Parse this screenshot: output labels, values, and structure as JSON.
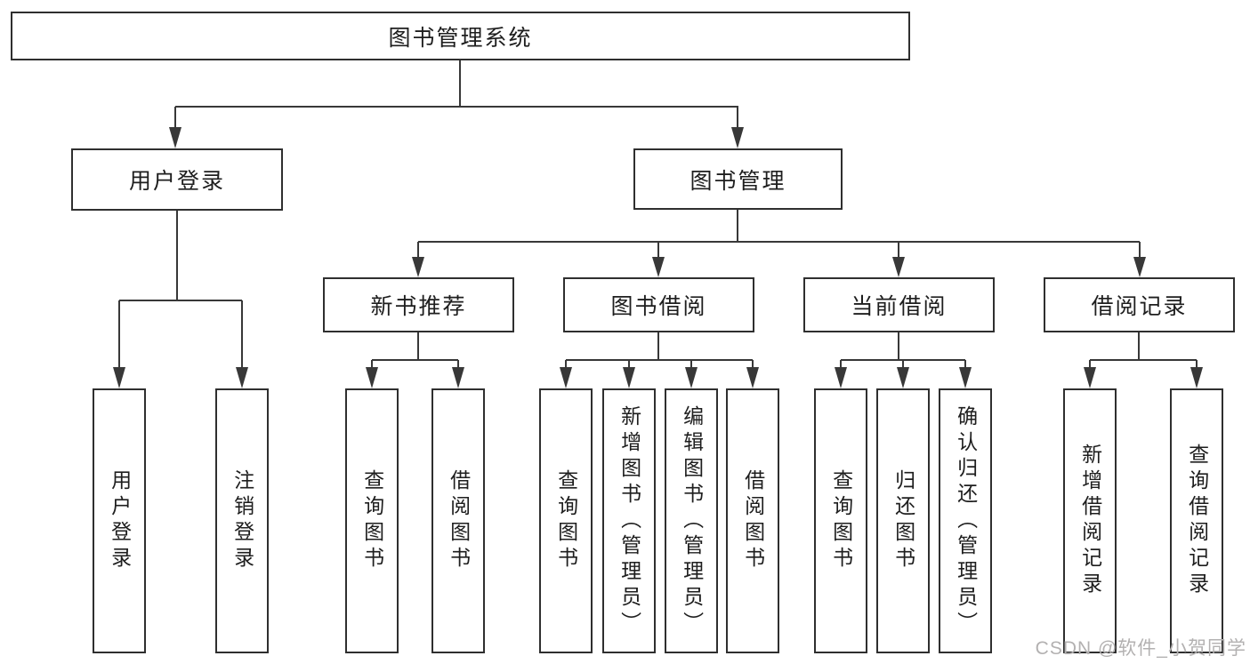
{
  "watermark": {
    "text": "CSDN @软件_小贺同学"
  },
  "colors": {
    "line": "#383838",
    "box_border": "#2f2f2f",
    "text": "#1e1e1e",
    "watermark": "#b3b1b1",
    "background": "#ffffff"
  },
  "tree": {
    "root": {
      "label": "图书管理系统",
      "children": [
        {
          "label": "用户登录",
          "children": [
            {
              "label": "用户登录"
            },
            {
              "label": "注销登录"
            }
          ]
        },
        {
          "label": "图书管理",
          "children": [
            {
              "label": "新书推荐",
              "children": [
                {
                  "label": "查询图书"
                },
                {
                  "label": "借阅图书"
                }
              ]
            },
            {
              "label": "图书借阅",
              "children": [
                {
                  "label": "查询图书"
                },
                {
                  "label": "新增图书（管理员）"
                },
                {
                  "label": "编辑图书（管理员）"
                },
                {
                  "label": "借阅图书"
                }
              ]
            },
            {
              "label": "当前借阅",
              "children": [
                {
                  "label": "查询图书"
                },
                {
                  "label": "归还图书"
                },
                {
                  "label": "确认归还（管理员）"
                }
              ]
            },
            {
              "label": "借阅记录",
              "children": [
                {
                  "label": "新增借阅记录"
                },
                {
                  "label": "查询借阅记录"
                }
              ]
            }
          ]
        }
      ]
    }
  }
}
